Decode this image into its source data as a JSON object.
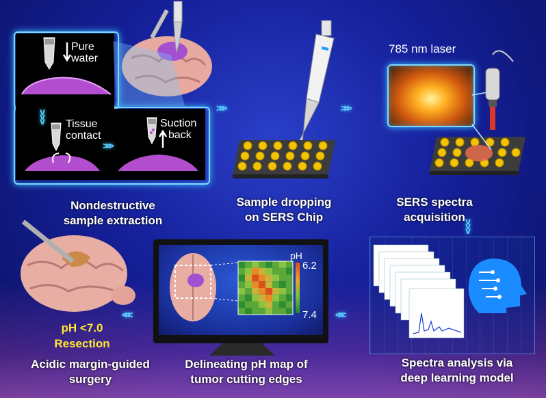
{
  "extraction": {
    "pure_water": [
      "Pure",
      "water"
    ],
    "tissue_contact": [
      "Tissue",
      "contact"
    ],
    "suction_back": [
      "Suction",
      "back"
    ],
    "caption": [
      "Nondestructive",
      "sample extraction"
    ]
  },
  "dropping": {
    "caption": [
      "Sample dropping",
      "on SERS Chip"
    ]
  },
  "acquisition": {
    "laser_label": "785 nm laser",
    "caption": [
      "SERS spectra",
      "acquisition"
    ]
  },
  "analysis": {
    "caption": [
      "Spectra analysis via",
      "deep learning model"
    ]
  },
  "ph_map": {
    "scale_title": "pH",
    "scale_min_label": "6.2",
    "scale_max_label": "7.4",
    "caption": [
      "Delineating pH map of",
      "tumor cutting edges"
    ]
  },
  "surgery": {
    "ph_threshold": "pH <7.0",
    "resection": "Resection",
    "caption": [
      "Acidic margin-guided",
      "surgery"
    ]
  },
  "colors": {
    "glow": "#39c2ff",
    "accent_yellow": "#ffe833",
    "tissue": "#b34fcf"
  }
}
